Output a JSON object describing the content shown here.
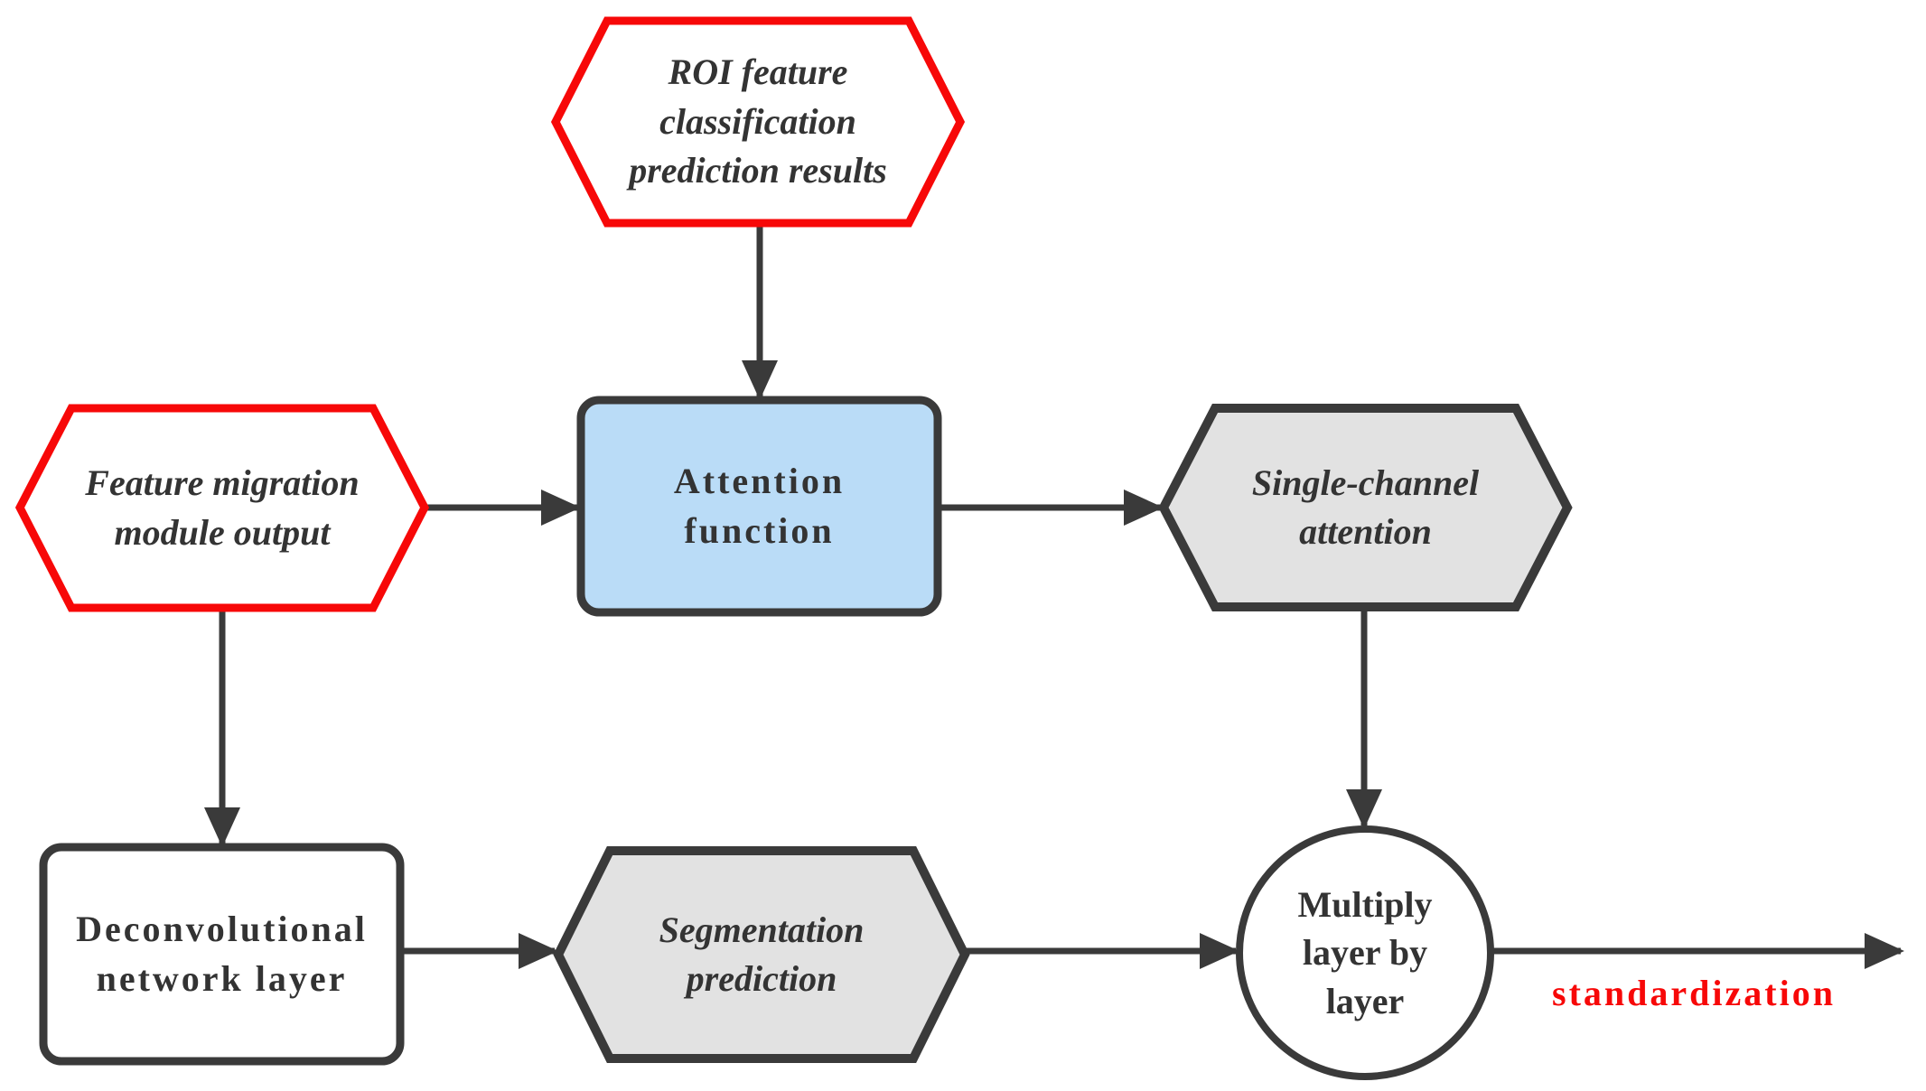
{
  "colors": {
    "accent_red": "#f70808",
    "stroke_dark": "#3a3a3a",
    "text_dark": "#333333",
    "blue_fill": "#badcf7",
    "gray_fill": "#e2e2e2"
  },
  "nodes": {
    "roi": {
      "lines": [
        "ROI feature",
        "classification",
        "prediction results"
      ]
    },
    "feature_migration": {
      "lines": [
        "Feature migration",
        "module output"
      ]
    },
    "attention": {
      "lines": [
        "Attention",
        "function"
      ]
    },
    "single_channel": {
      "lines": [
        "Single-channel",
        "attention"
      ]
    },
    "deconv": {
      "lines": [
        "Deconvolutional",
        "network layer"
      ]
    },
    "segmentation": {
      "lines": [
        "Segmentation",
        "prediction"
      ]
    },
    "multiply": {
      "lines": [
        "Multiply",
        "layer by",
        "layer"
      ]
    }
  },
  "annotations": {
    "standardization": "standardization"
  }
}
